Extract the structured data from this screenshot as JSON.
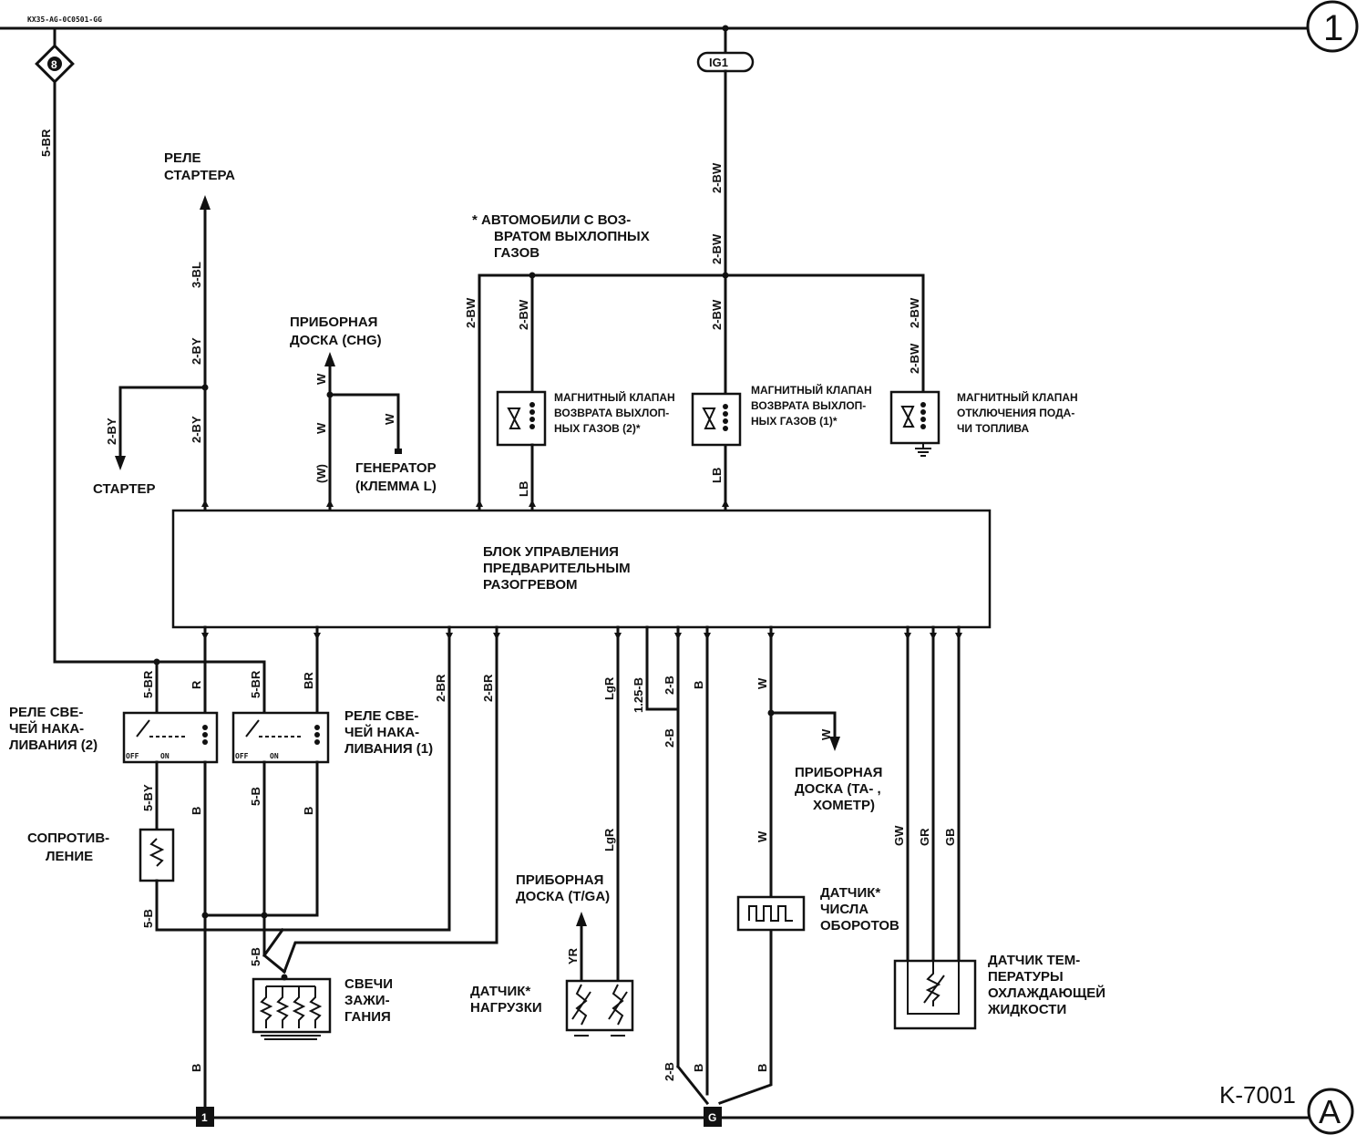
{
  "header": {
    "code": "KX35-AG-0C0501-GG"
  },
  "page_ref": {
    "top_marker": "1",
    "bottom_marker": "A",
    "page_code": "K-7001"
  },
  "fuse": {
    "id": "8"
  },
  "ig": {
    "label": "IG1"
  },
  "note": [
    "*  АВТОМОБИЛИ С ВОЗ-",
    "ВРАТОМ ВЫХЛОПНЫХ",
    "ГАЗОВ"
  ],
  "control_unit": {
    "label": [
      "БЛОК УПРАВЛЕНИЯ",
      "ПРЕДВАРИТЕЛЬНЫМ",
      "РАЗОГРЕВОМ"
    ]
  },
  "labels": {
    "starter_relay": [
      "РЕЛЕ",
      "СТАРТЕРА"
    ],
    "starter": "СТАРТЕР",
    "dash_chg": [
      "ПРИБОРНАЯ",
      "ДОСКА (CHG)"
    ],
    "generator": [
      "ГЕНЕРАТОР",
      "(КЛЕММА L)"
    ],
    "egr2": [
      "МАГНИТНЫЙ КЛАПАН",
      "ВОЗВРАТА ВЫХЛОП-",
      "НЫХ ГАЗОВ (2)*"
    ],
    "egr1": [
      "МАГНИТНЫЙ КЛАПАН",
      "ВОЗВРАТА ВЫХЛОП-",
      "НЫХ ГАЗОВ (1)*"
    ],
    "fuel_cut": [
      "МАГНИТНЫЙ КЛАПАН",
      "ОТКЛЮЧЕНИЯ ПОДА-",
      "ЧИ ТОПЛИВА"
    ],
    "glow_relay2": [
      "РЕЛЕ СВЕ-",
      "ЧЕЙ НАКА-",
      "ЛИВАНИЯ (2)"
    ],
    "glow_relay1": [
      "РЕЛЕ СВЕ-",
      "ЧЕЙ НАКА-",
      "ЛИВАНИЯ (1)"
    ],
    "resistor": [
      "СОПРОТИВ-",
      "ЛЕНИЕ"
    ],
    "plugs": [
      "СВЕЧИ",
      "ЗАЖИ-",
      "ГАНИЯ"
    ],
    "dash_tga": [
      "ПРИБОРНАЯ",
      "ДОСКА (T/GA)"
    ],
    "load_sensor": [
      "ДАТЧИК*",
      "НАГРУЗКИ"
    ],
    "dash_tacho": [
      "ПРИБОРНАЯ",
      "ДОСКА (ТА- ,",
      "ХОМЕТР)"
    ],
    "rpm_sensor": [
      "ДАТЧИК*",
      "ЧИСЛА",
      "ОБОРОТОВ"
    ],
    "coolant_sensor": [
      "ДАТЧИК ТЕМ-",
      "ПЕРАТУРЫ",
      "ОХЛАЖДАЮЩЕЙ",
      "ЖИДКОСТИ"
    ],
    "relay_off": "OFF",
    "relay_on": "ON"
  },
  "wire_codes": {
    "w5br_top": "5-BR",
    "w3bl": "3-BL",
    "w2by_a": "2-BY",
    "w2by_b": "2-BY",
    "w2by_c": "2-BY",
    "w_top": "W",
    "w_mid": "W",
    "w_paren": "(W)",
    "w_gen": "W",
    "bw_ig": "2-BW",
    "bw_ig2": "2-BW",
    "bw_left": "2-BW",
    "bw_egr2": "2-BW",
    "bw_egr1": "2-BW",
    "bw_fc1": "2-BW",
    "bw_fc2": "2-BW",
    "lb_egr2": "LB",
    "lb_egr1": "LB",
    "r2_5br": "5-BR",
    "r2_r": "R",
    "r1_5br": "5-BR",
    "r1_br": "BR",
    "w2br_a": "2-BR",
    "w2br_b": "2-BR",
    "r2_5by": "5-BY",
    "r2_b": "B",
    "r1_5b": "5-B",
    "r1_b": "B",
    "res_5b": "5-B",
    "plug_5b": "5-B",
    "b_bottom_left": "B",
    "lgr_top": "LgR",
    "lgr_bot": "LgR",
    "yr": "YR",
    "w125b": "1.25-B",
    "w2b_top": "2-B",
    "w2b_mid": "2-B",
    "w2b_bot": "2-B",
    "b_col1": "B",
    "b_col2": "B",
    "b_col3": "B",
    "w_tacho_top": "W",
    "w_tacho_branch": "W",
    "w_tacho_mid": "W",
    "gw": "GW",
    "gr": "GR",
    "gb": "GB"
  },
  "grounds": {
    "left": "1",
    "center": "G"
  }
}
